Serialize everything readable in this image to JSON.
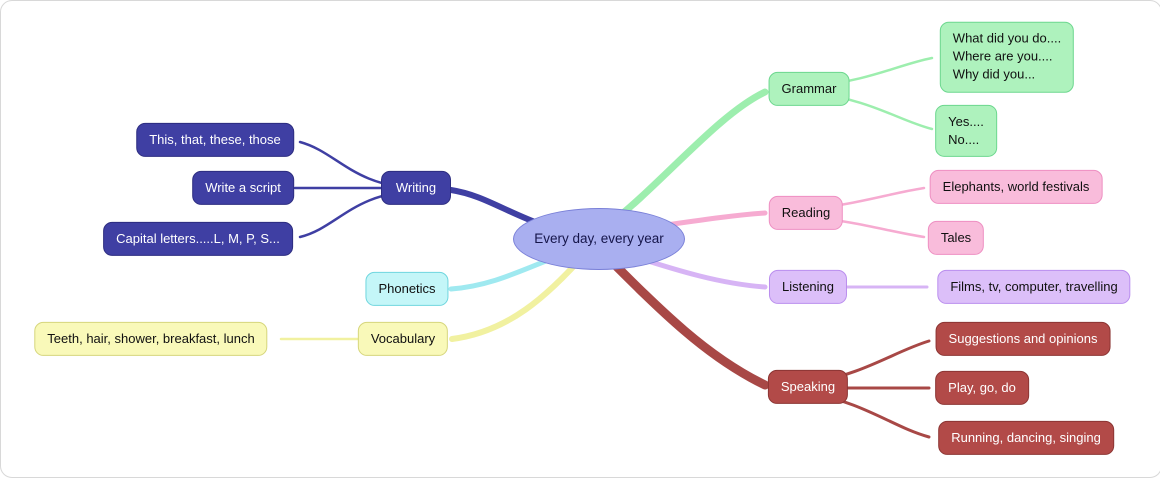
{
  "mindmap": {
    "center": {
      "label": "Every day, every year",
      "fill": "#a9aff0"
    },
    "branches": [
      {
        "label": "Writing",
        "color": "#3f3fa3",
        "children": [
          {
            "label": "This, that, these, those"
          },
          {
            "label": "Write a script"
          },
          {
            "label": "Capital letters.....L, M, P, S..."
          }
        ]
      },
      {
        "label": "Phonetics",
        "color": "#c4f6f8",
        "children": []
      },
      {
        "label": "Vocabulary",
        "color": "#f9f9b9",
        "children": [
          {
            "label": "Teeth, hair, shower, breakfast, lunch"
          }
        ]
      },
      {
        "label": "Grammar",
        "color": "#aef2bd",
        "children": [
          {
            "label": "What did you do....\nWhere are you....\nWhy did you..."
          },
          {
            "label": "Yes....\nNo...."
          }
        ]
      },
      {
        "label": "Reading",
        "color": "#f9bcdb",
        "children": [
          {
            "label": "Elephants, world festivals"
          },
          {
            "label": "Tales"
          }
        ]
      },
      {
        "label": "Listening",
        "color": "#dcbff9",
        "children": [
          {
            "label": "Films, tv, computer, travelling"
          }
        ]
      },
      {
        "label": "Speaking",
        "color": "#b24a48",
        "children": [
          {
            "label": "Suggestions and opinions"
          },
          {
            "label": "Play, go, do"
          },
          {
            "label": "Running, dancing, singing"
          }
        ]
      }
    ]
  }
}
